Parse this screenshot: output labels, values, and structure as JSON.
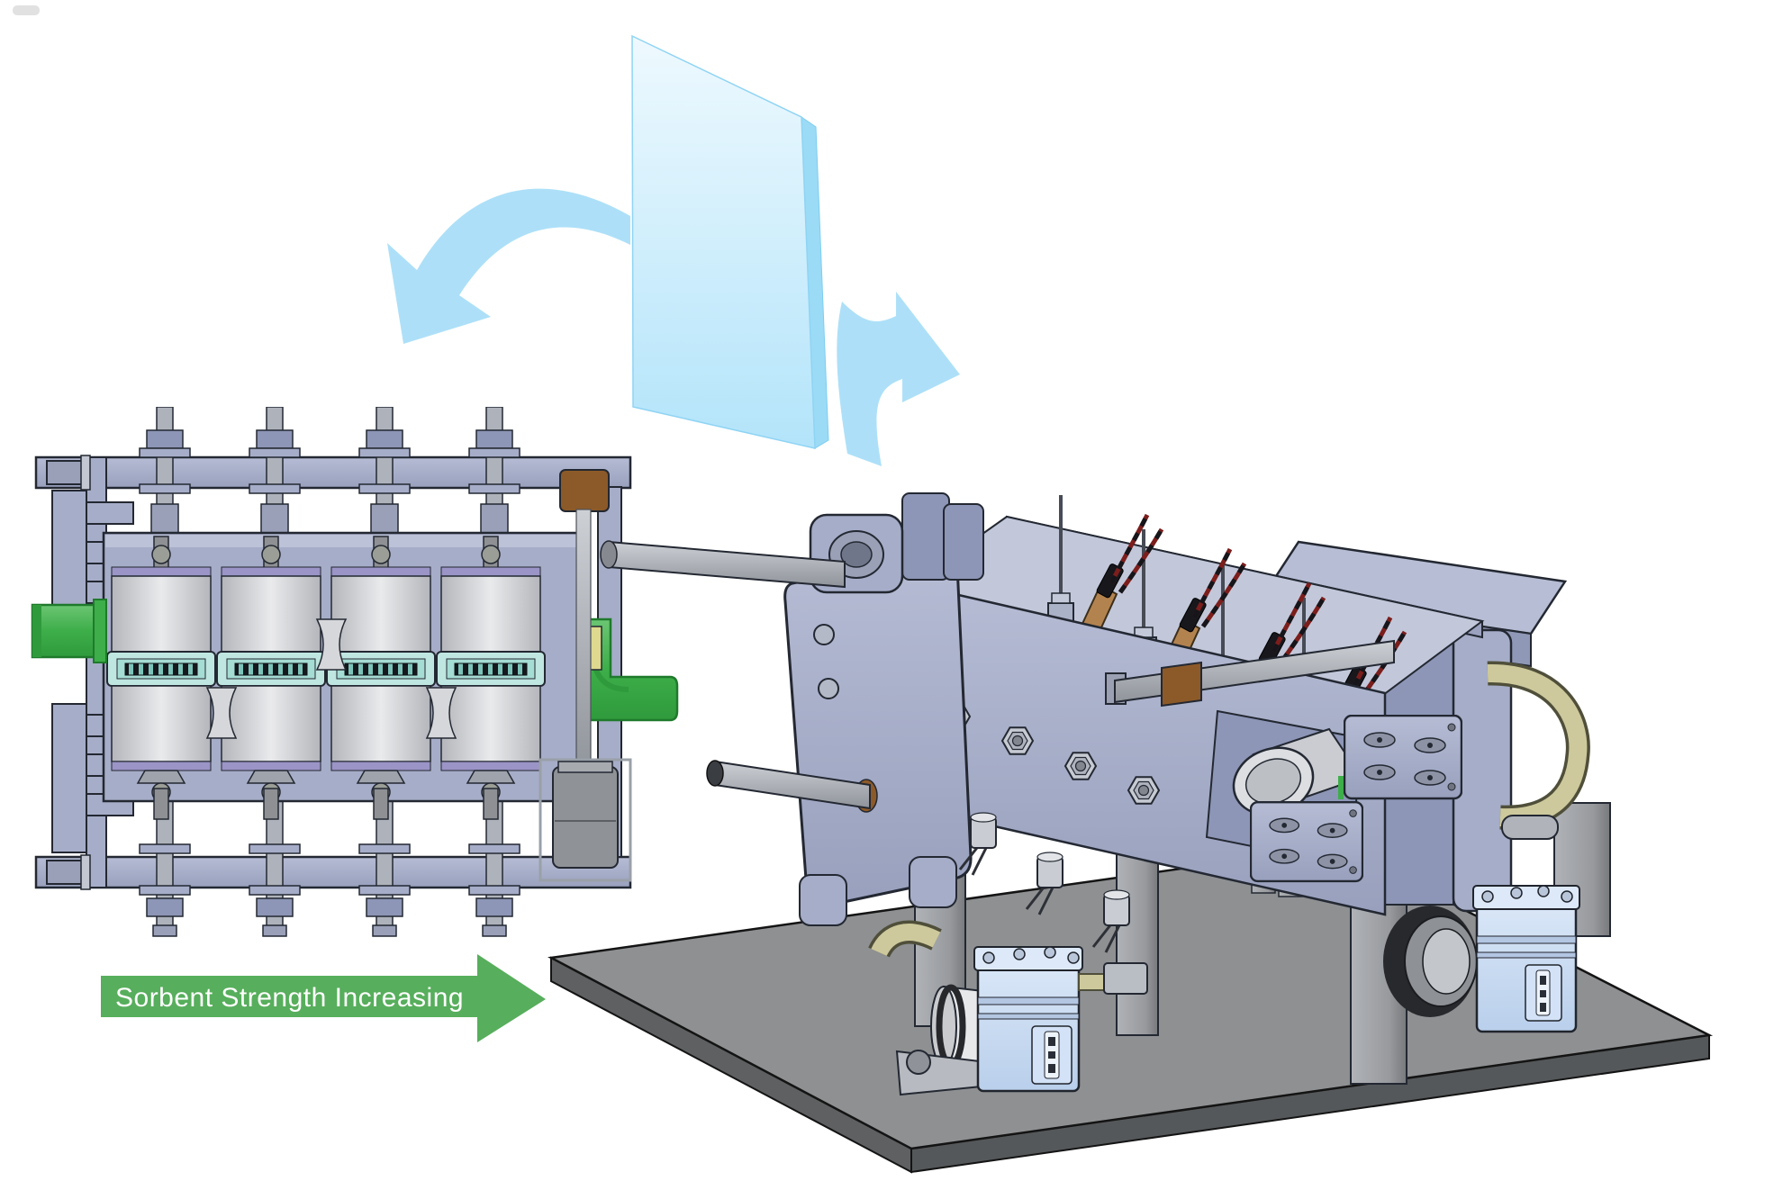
{
  "figure": {
    "type": "sorbent-preconcentrator-cad-figure",
    "annotation_arrow": {
      "label": "Sorbent Strength Increasing",
      "direction": "right"
    }
  },
  "colors": {
    "background": "#ffffff",
    "green_arrow": "#57ae5c",
    "green_port": "#3dae49",
    "green_port_dark": "#1f7a2c",
    "body_blue": "#a6adc8",
    "body_blue_dark": "#8d96b6",
    "outline_dark": "#232832",
    "chamber_gray": "#d9dadd",
    "sorbent_teal": "#bfe6e0",
    "sorbent_teal_deep": "#7cc4ba",
    "gasket_purple": "#9b94c6",
    "bushing_brown": "#8c5a28",
    "tube_tan": "#cdc99c",
    "pump_blue": "#c9dcf4",
    "base_gray_top": "#8e9092",
    "base_gray_side": "#5e6062",
    "metal_gray": "#b3b6bc",
    "plane_blue": "#bfe8fb",
    "arrow_blue": "#ade0f8",
    "wire_red": "#7b1e1c",
    "yellow_insert": "#ded98f",
    "label_text": "#ffffff"
  }
}
